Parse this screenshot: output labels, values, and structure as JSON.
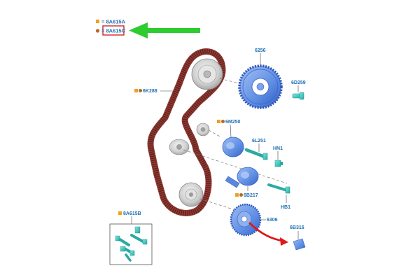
{
  "colors": {
    "part_label": "#1f6fb2",
    "belt": "#8e3a33",
    "belt_teeth": "#6e2621",
    "blue_part": "#6f9be6",
    "blue_part_dark": "#3f6fcf",
    "cyan_bolt": "#37c9c2",
    "pulley_grey": "#d4d4d4",
    "green_arrow": "#2ecc2e",
    "red_arrow": "#e01818",
    "highlight_box": "#d01818",
    "marker_orange": "#f0a020",
    "marker_brown": "#b06a2a"
  },
  "legend": {
    "item1": {
      "marker_icon": "orange-square-icon",
      "text": "= 8A615A"
    },
    "item2": {
      "marker_icon": "brown-circle-icon",
      "text": "= 8A615C"
    }
  },
  "parts": {
    "belt": "6K288",
    "cam_sprocket": "6256",
    "cam_bolt": "6D259",
    "idler": "6M250",
    "idler_bolt": "6L251",
    "idler_nut": "HN1",
    "tensioner": "6B217",
    "tensioner_bolt": "HB1",
    "crank_sprocket": "6306",
    "crank_key": "6B316",
    "bolt_kit": "8A615B"
  }
}
